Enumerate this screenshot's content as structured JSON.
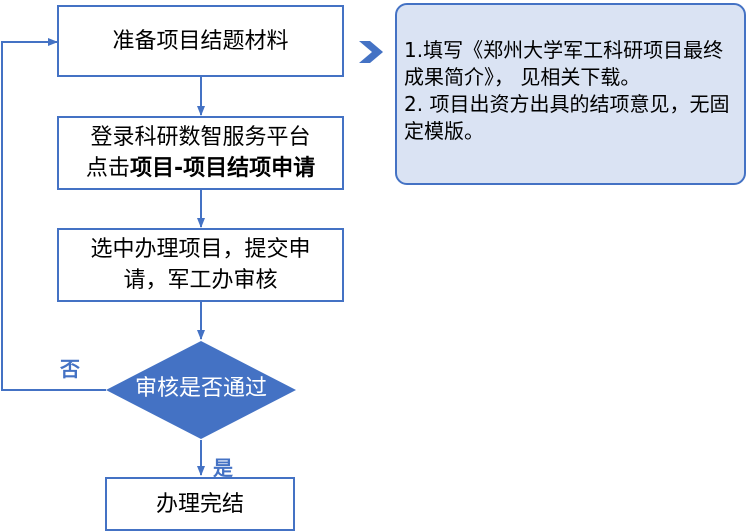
{
  "steps": {
    "prepare": "准备项目结题材料",
    "login_line1": "登录科研数智服务平台",
    "login_line2_prefix": "点击",
    "login_line2_bold": "项目-项目结项申请",
    "submit": "选中办理项目，提交申请，军工办审核",
    "decision": "审核是否通过",
    "done": "办理完结"
  },
  "labels": {
    "no": "否",
    "yes": "是"
  },
  "note": {
    "item1": "1.填写《郑州大学军工科研项目最终成果简介》， 见相关下载。",
    "item2": "2. 项目出资方出具的结项意见，无固定模版。"
  },
  "colors": {
    "accent": "#4472c4",
    "note_fill": "#dae3f3"
  }
}
